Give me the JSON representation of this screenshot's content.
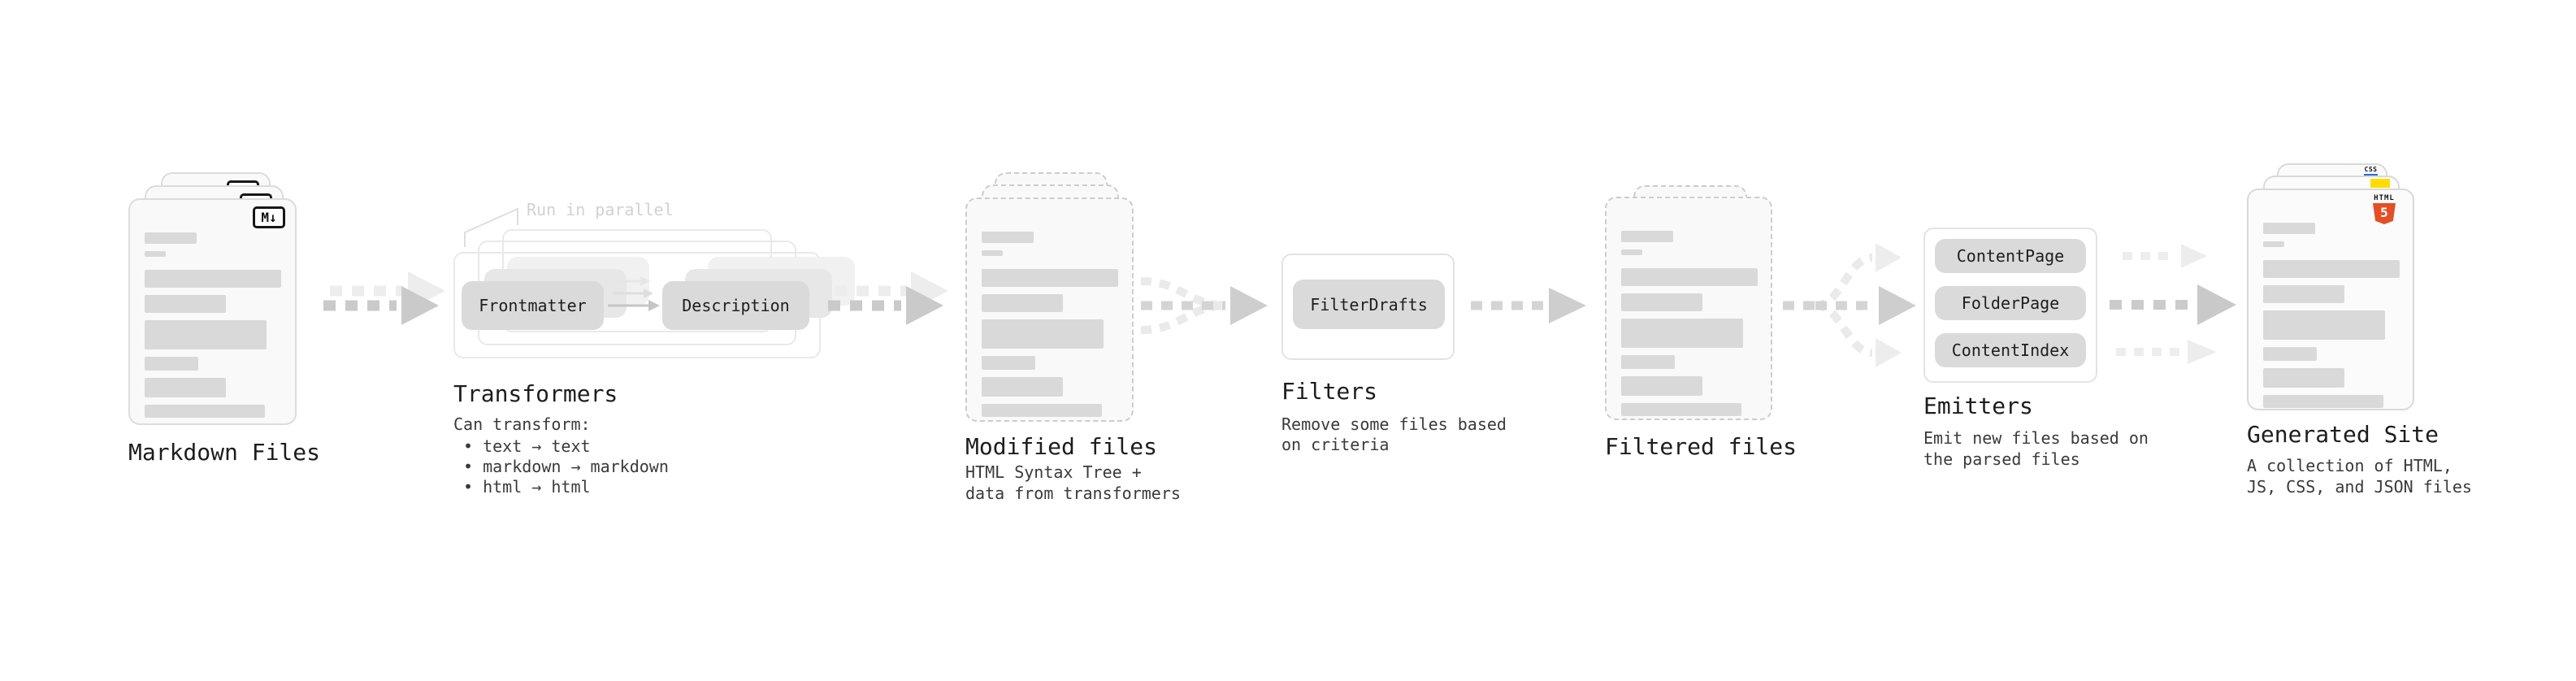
{
  "nodes": {
    "markdown_files": {
      "label": "Markdown Files",
      "badge": "M↓"
    },
    "transformers": {
      "label": "Transformers",
      "annotation": "Run in parallel",
      "pill_left": "Frontmatter",
      "pill_right": "Description",
      "desc_intro": "Can transform:",
      "bullets": [
        "text → text",
        "markdown → markdown",
        "html → html"
      ]
    },
    "modified_files": {
      "label": "Modified files",
      "desc_lines": [
        "HTML Syntax Tree +",
        "data from transformers"
      ]
    },
    "filters": {
      "label": "Filters",
      "pill": "FilterDrafts",
      "desc_lines": [
        "Remove some files based",
        "on criteria"
      ]
    },
    "filtered_files": {
      "label": "Filtered files"
    },
    "emitters": {
      "label": "Emitters",
      "pills": [
        "ContentPage",
        "FolderPage",
        "ContentIndex"
      ],
      "desc_lines": [
        "Emit new files based on",
        "the parsed files"
      ]
    },
    "generated_site": {
      "label": "Generated Site",
      "css_badge": "CSS",
      "html5_badge_word": "HTML",
      "html5_badge_number": "5",
      "desc_lines": [
        "A collection of HTML,",
        "JS, CSS, and JSON files"
      ]
    }
  },
  "colors": {
    "html5_orange": "#e34f26",
    "js_yellow": "#ffdd00",
    "css_blue": "#2965f1",
    "placeholder_bar": "#d9d9d9",
    "arrow_gray": "#c9c9c9",
    "arrow_light": "#ededed",
    "annotation_gray": "#d2d2d2"
  }
}
